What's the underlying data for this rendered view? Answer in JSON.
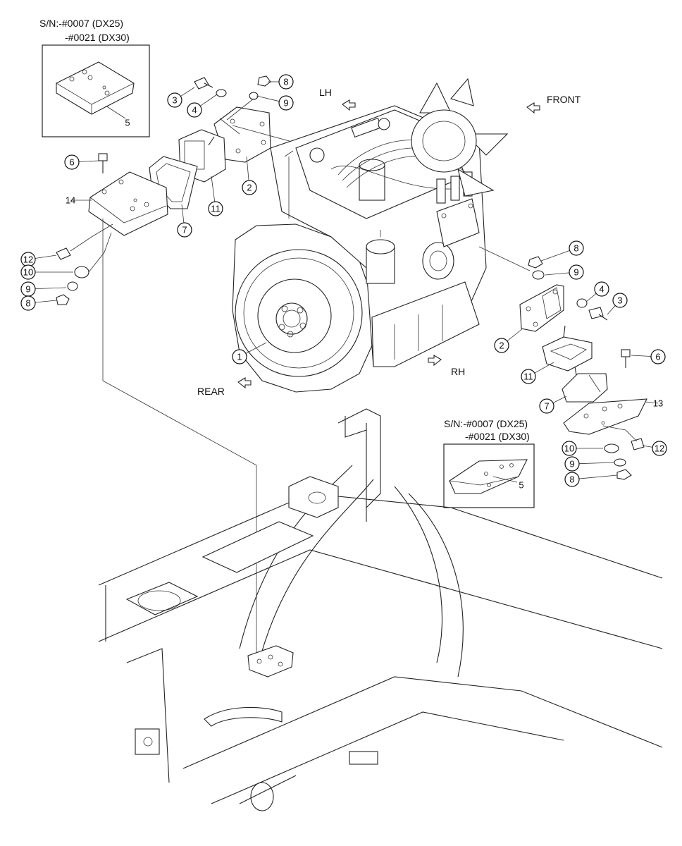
{
  "inset_left": {
    "sn_line1": "S/N:-#0007 (DX25)",
    "sn_line2": "-#0021 (DX30)",
    "part_number": "5"
  },
  "inset_right": {
    "sn_line1": "S/N:-#0007 (DX25)",
    "sn_line2": "-#0021 (DX30)",
    "part_number": "5"
  },
  "directions": {
    "lh": "LH",
    "front": "FRONT",
    "rh": "RH",
    "rear": "REAR"
  },
  "callouts_left": [
    "3",
    "4",
    "8",
    "9",
    "2",
    "11",
    "7",
    "6",
    "14",
    "12",
    "10",
    "9",
    "8"
  ],
  "callouts_right": [
    "8",
    "9",
    "4",
    "3",
    "2",
    "6",
    "11",
    "7",
    "13",
    "10",
    "12",
    "9",
    "8"
  ],
  "engine_label": "1"
}
